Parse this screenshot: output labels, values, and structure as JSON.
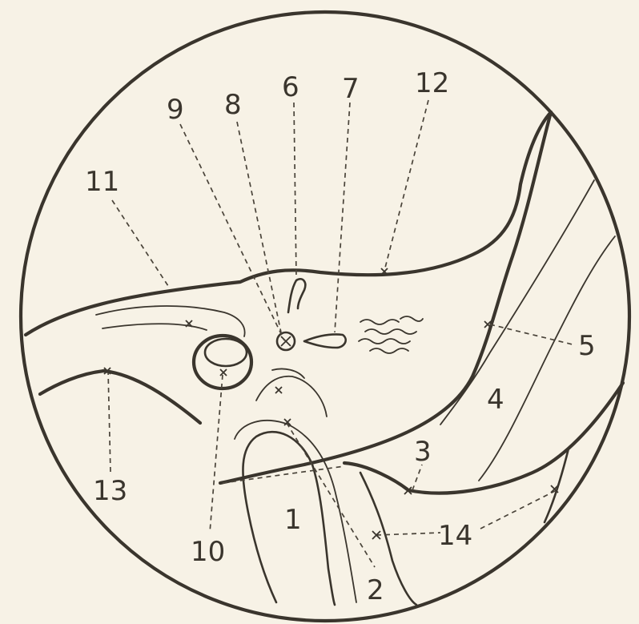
{
  "labels": {
    "l1": "1",
    "l2": "2",
    "l3": "3",
    "l4": "4",
    "l5": "5",
    "l6": "6",
    "l7": "7",
    "l8": "8",
    "l9": "9",
    "l10": "10",
    "l11": "11",
    "l12": "12",
    "l13": "13",
    "l14": "14"
  },
  "colors": {
    "paper": "#f7f2e6",
    "ink": "#3a352d"
  }
}
